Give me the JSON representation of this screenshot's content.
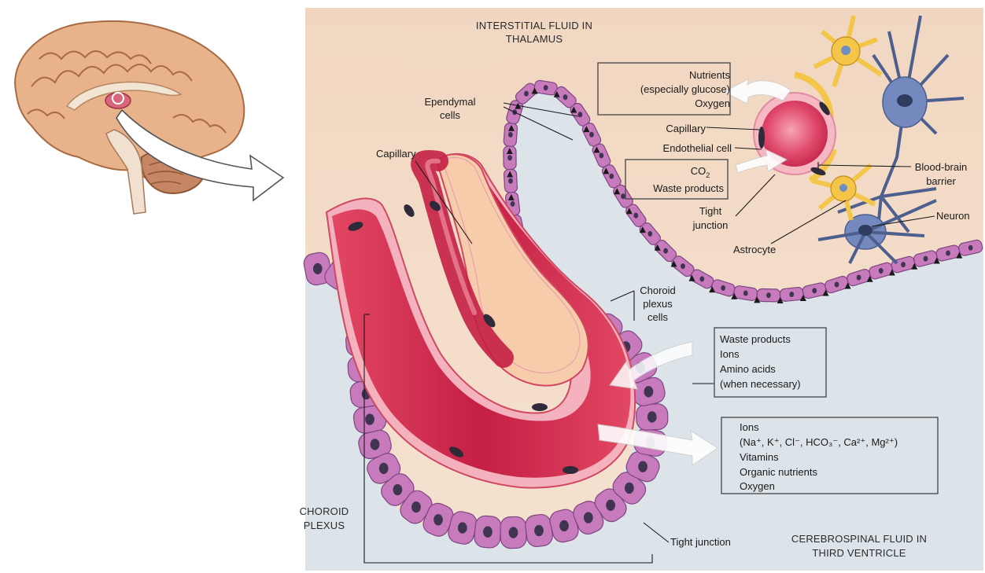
{
  "labels": {
    "interstitial_line1": "INTERSTITIAL FLUID IN",
    "interstitial_line2": "THALAMUS",
    "ependymal_line1": "Ependymal",
    "ependymal_line2": "cells",
    "capillary_left": "Capillary",
    "capillary_right": "Capillary",
    "endothelial": "Endothelial cell",
    "nutrients_box": [
      "Nutrients",
      "(especially glucose)",
      "Oxygen"
    ],
    "co2_main": "CO",
    "co2_sub": "2",
    "waste_products_top": "Waste products",
    "tight_junction_top_line1": "Tight",
    "tight_junction_top_line2": "junction",
    "blood_brain_line1": "Blood-brain",
    "blood_brain_line2": "barrier",
    "neuron": "Neuron",
    "astrocyte": "Astrocyte",
    "choroid_cells": [
      "Choroid",
      "plexus",
      "cells"
    ],
    "waste_box": [
      "Waste products",
      "Ions",
      "Amino acids",
      "(when necessary)"
    ],
    "ions_box_title": "Ions",
    "ions_formula": "(Na⁺, K⁺, Cl⁻, HCO₃⁻, Ca²⁺, Mg²⁺)",
    "ions_rest": [
      "Vitamins",
      "Organic nutrients",
      "Oxygen"
    ],
    "choroid_plexus_line1": "CHOROID",
    "choroid_plexus_line2": "PLEXUS",
    "tight_junction_bottom": "Tight junction",
    "csf_line1": "CEREBROSPINAL FLUID IN",
    "csf_line2": "THIRD VENTRICLE"
  },
  "colors": {
    "interstitial_bg": "#f2d9c2",
    "csf_bg": "#dfe6ea",
    "epithelium": "#c77bbd",
    "epithelium_dark": "#8e4e8e",
    "nucleus": "#3f3550",
    "capillary": "#d6324f",
    "capillary_light": "#f08ea1",
    "capillary_wall": "#f4a7b5",
    "astrocyte": "#f3c64a",
    "neuron": "#6f84b8",
    "brain": "#e8b38a"
  }
}
